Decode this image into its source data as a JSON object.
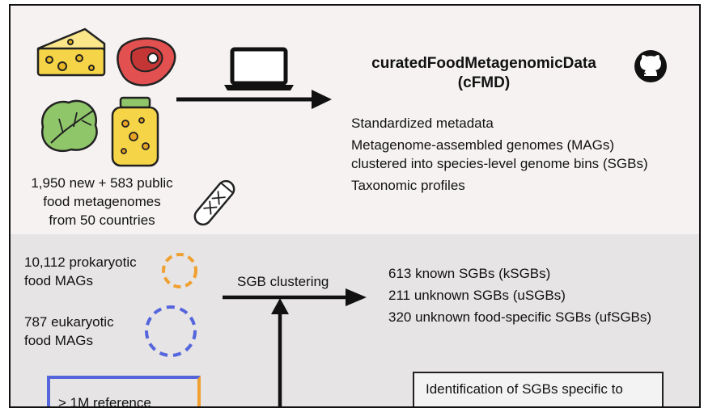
{
  "food_input": {
    "line1": "1,950 new + 583 public",
    "line2": "food metagenomes",
    "line3": "from 50 countries"
  },
  "cfmd": {
    "title_line1": "curatedFoodMetagenomicData",
    "title_line2": "(cFMD)",
    "features": [
      "Standardized metadata",
      "Metagenome-assembled genomes (MAGs)",
      "clustered into species-level genome bins (SGBs)",
      "Taxonomic profiles"
    ]
  },
  "mags": {
    "prokaryotic_line1": "10,112 prokaryotic",
    "prokaryotic_line2": "food MAGs",
    "eukaryotic_line1": "787 eukaryotic",
    "eukaryotic_line2": "food MAGs",
    "prokaryotic_color": "#f0a030",
    "eukaryotic_color": "#5566dd"
  },
  "clustering": {
    "label": "SGB clustering",
    "results": [
      "613 known SGBs (kSGBs)",
      "211 unknown SGBs (uSGBs)",
      "320 unknown food-specific SGBs (ufSGBs)"
    ]
  },
  "reference": {
    "label": "> 1M reference"
  },
  "identification": {
    "label": "Identification of SGBs specific to"
  },
  "icons": [
    "cheese-icon",
    "meat-icon",
    "leafy-green-icon",
    "fermented-jar-icon",
    "laptop-icon",
    "github-icon",
    "test-tube-dna-icon"
  ]
}
